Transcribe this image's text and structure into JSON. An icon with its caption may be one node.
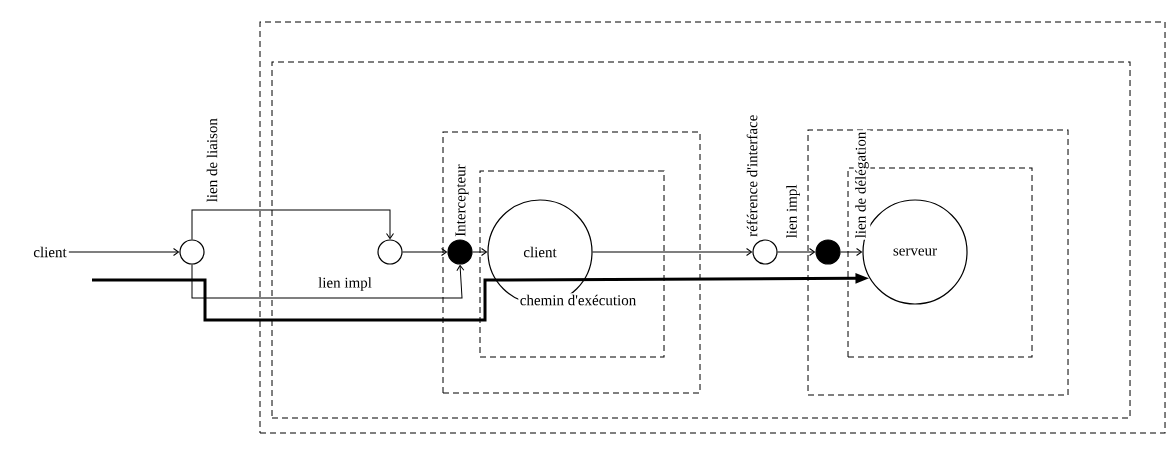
{
  "diagram": {
    "nodes": [
      {
        "text": [],
        "shape": "box"
      },
      {
        "text": [],
        "shape": "box",
        "in": 0
      },
      {
        "text": [
          "client"
        ]
      },
      {
        "text": [],
        "shape": "circle"
      },
      {
        "text": [],
        "shape": "circle",
        "in": 1
      },
      {
        "text": [],
        "shape": "box",
        "in": 1
      },
      {
        "text": [],
        "shape": "circle",
        "in": 5,
        "beside": [
          "Intercepteur"
        ]
      },
      {
        "text": [],
        "shape": "box",
        "in": 5
      },
      {
        "text": [
          "client"
        ],
        "in": 7
      },
      {
        "text": [],
        "shape": "circle",
        "in": 1,
        "beside": [
          "référence d'interface"
        ]
      },
      {
        "text": [],
        "shape": "box",
        "in": 1
      },
      {
        "text": [],
        "shape": "circle",
        "in": 10
      },
      {
        "text": [],
        "shape": "box",
        "in": 10
      },
      {
        "text": [
          "serveur"
        ],
        "in": 12
      }
    ],
    "edges": [
      {
        "from": 2,
        "to": 3,
        "arrow": "to"
      },
      {
        "from": 3,
        "to": 4,
        "arrow": "to",
        "label": "lien de liaison"
      },
      {
        "from": 3,
        "to": 6,
        "arrow": "to",
        "label": "lien impl"
      },
      {
        "from": 4,
        "to": 6,
        "arrow": "to"
      },
      {
        "from": 6,
        "to": 8,
        "arrow": "to"
      },
      {
        "from": 8,
        "to": 9,
        "arrow": "to"
      },
      {
        "from": 9,
        "to": 11,
        "arrow": "to",
        "label": "lien impl"
      },
      {
        "from": 11,
        "to": 13,
        "arrow": "to",
        "label": "lien de délégation"
      },
      {
        "from": null,
        "to": 13,
        "arrow": "to",
        "style": "thick",
        "label": "chemin d'exécution"
      }
    ]
  }
}
